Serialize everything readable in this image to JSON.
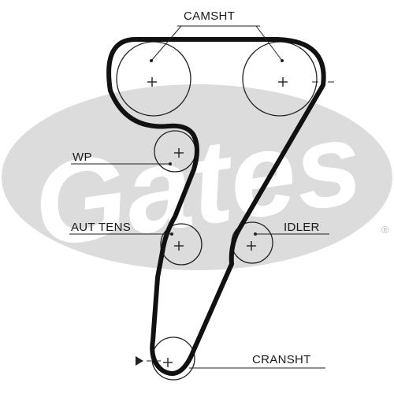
{
  "watermark": {
    "brand": "Gates",
    "registered_mark": "®",
    "ellipse_color": "#dcdcdc"
  },
  "labels": {
    "camshaft": "CAMSHT",
    "water_pump": "WP",
    "auto_tensioner": "AUT TENS",
    "idler": "IDLER",
    "crankshaft": "CRANSHT"
  },
  "colors": {
    "belt": "#111111",
    "line": "#222222"
  }
}
